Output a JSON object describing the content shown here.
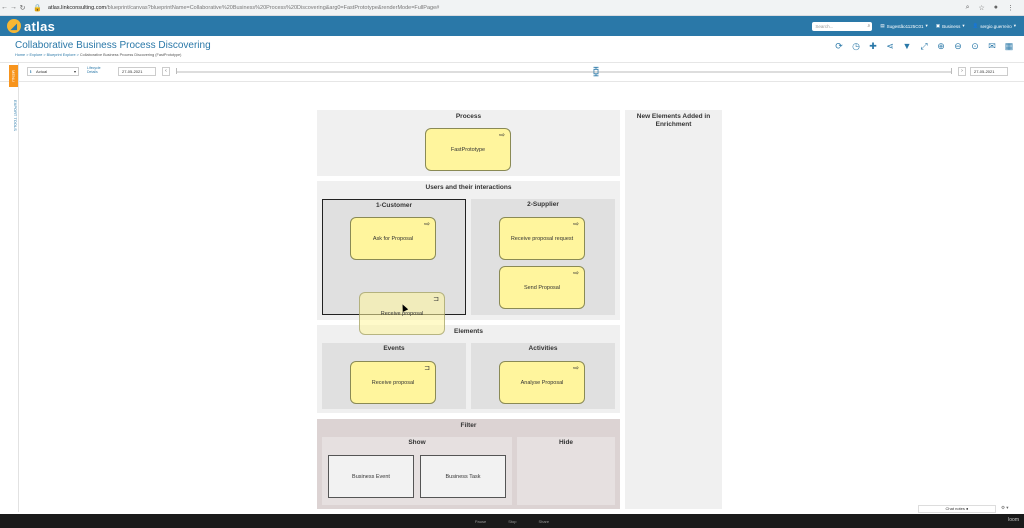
{
  "browser": {
    "url_host": "atlas.linkconsulting.com",
    "url_path": "/blueprint/canvas?blueprintName=Collaborative%20Business%20Process%20Discovering&arg0=FastPrototype&renderMode=FullPage#"
  },
  "header": {
    "logo_text": "atlas",
    "search_placeholder": "Search...",
    "context_label": "Sugestão1125C01",
    "mode_label": "Business",
    "user_label": "sergio.guerreiro"
  },
  "page": {
    "title": "Collaborative Business Process Discovering",
    "breadcrumb": [
      "Home",
      "Explore",
      "Blueprint Explore",
      "Collaborative Business Process Discovering (FastPrototype)"
    ]
  },
  "filters": {
    "side_tab_top": "MENU",
    "side_tab": "EXPORT TOOLS",
    "scope_value": "Actual",
    "lifecycle_label": "Lifecycle",
    "lifecycle_sub": "Details",
    "date_from": "27-05-2021",
    "date_to": "27-05-2021",
    "prev": "‹",
    "next": "›"
  },
  "canvas": {
    "process": {
      "title": "Process",
      "node": "FastPrototype"
    },
    "new_elements": {
      "title": "New Elements Added in Enrichment"
    },
    "users": {
      "title": "Users and their interactions",
      "customer": {
        "title": "1-Customer",
        "nodes": [
          "Ask for Proposal"
        ]
      },
      "supplier": {
        "title": "2-Supplier",
        "nodes": [
          "Receive proposal request",
          "Send Proposal"
        ]
      },
      "dragging_node": "Receive proposal"
    },
    "elements": {
      "title": "Elements",
      "events": {
        "title": "Events",
        "node": "Receive proposal"
      },
      "activities": {
        "title": "Activities",
        "node": "Analyse Proposal"
      }
    },
    "filter": {
      "title": "Filter",
      "show": {
        "title": "Show",
        "items": [
          "Business Event",
          "Business Task"
        ]
      },
      "hide": {
        "title": "Hide"
      }
    }
  },
  "footer": {
    "chat_label": "Chat notes",
    "taskbar": [
      "Pause",
      "Stop",
      "Share"
    ],
    "brand": "loom"
  }
}
